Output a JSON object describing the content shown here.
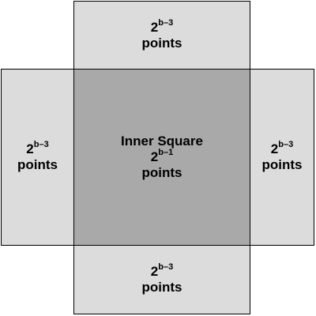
{
  "colors": {
    "outer_fill": "#dcdcdc",
    "inner_fill": "#a9a9a9",
    "stroke": "#000000"
  },
  "regions": {
    "top": {
      "base": "2",
      "exponent": "b–3",
      "unit": "points"
    },
    "left": {
      "base": "2",
      "exponent": "b–3",
      "unit": "points"
    },
    "right": {
      "base": "2",
      "exponent": "b–3",
      "unit": "points"
    },
    "bottom": {
      "base": "2",
      "exponent": "b–3",
      "unit": "points"
    },
    "inner": {
      "title": "Inner Square",
      "base": "2",
      "exponent": "b–1",
      "unit": "points"
    }
  }
}
